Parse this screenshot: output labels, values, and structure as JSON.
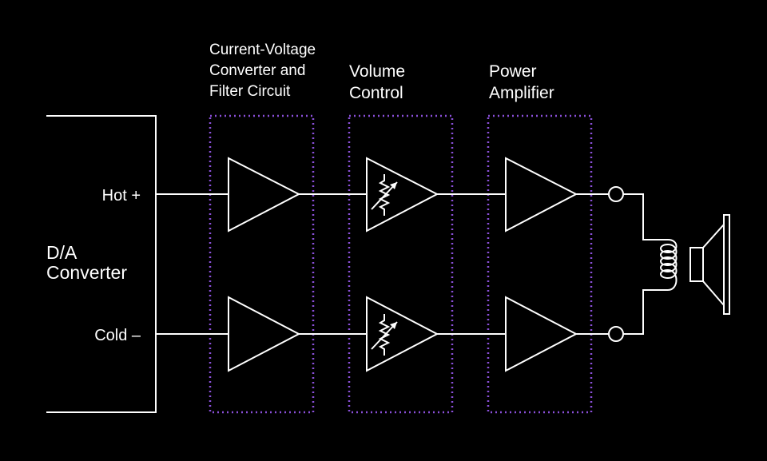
{
  "colors": {
    "background": "#000000",
    "line": "#ffffff",
    "stage_border": "#8a4fd8"
  },
  "source": {
    "title_line1": "D/A",
    "title_line2": "Converter",
    "hot_label": "Hot +",
    "cold_label": "Cold –"
  },
  "stages": [
    {
      "label_lines": [
        "Current-Voltage",
        "Converter and",
        "Filter Circuit"
      ]
    },
    {
      "label_lines": [
        "Volume",
        "Control"
      ]
    },
    {
      "label_lines": [
        "Power",
        "Amplifier"
      ]
    }
  ],
  "icons": {
    "amplifier": "triangle-amplifier-icon",
    "variable_resistor": "variable-resistor-icon",
    "terminal": "output-terminal-icon",
    "coil": "voice-coil-icon",
    "speaker": "speaker-icon"
  }
}
